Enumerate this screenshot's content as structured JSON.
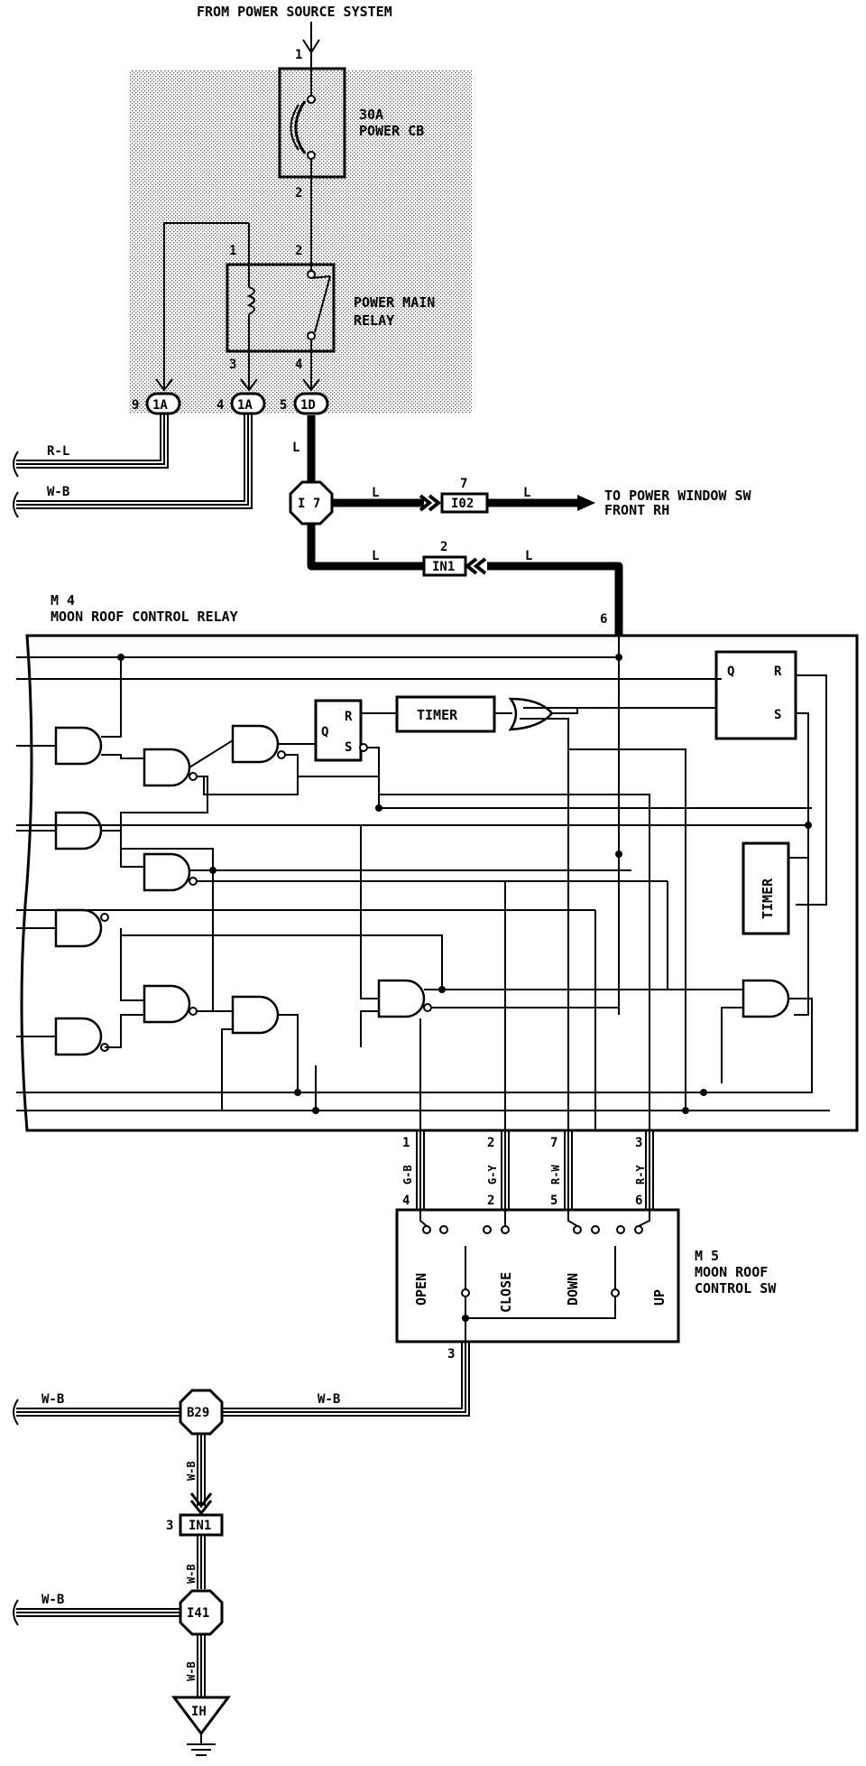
{
  "header": {
    "source": "FROM POWER SOURCE SYSTEM"
  },
  "circuit_breaker": {
    "rating": "30A",
    "name": "POWER CB",
    "pin_top": "1",
    "pin_bottom": "2"
  },
  "main_relay": {
    "name_line1": "POWER MAIN",
    "name_line2": "RELAY",
    "pin1": "1",
    "pin2": "2",
    "pin3": "3",
    "pin4": "4"
  },
  "connectors": {
    "c1a_left": {
      "label": "1A",
      "pin": "9"
    },
    "c1a_right": {
      "label": "1A",
      "pin": "4"
    },
    "c1d": {
      "label": "1D",
      "pin": "5"
    }
  },
  "wire_colors": {
    "r_l": "R-L",
    "w_b": "W-B",
    "l": "L"
  },
  "junction_i7": {
    "label": "I 7"
  },
  "connector_i02": {
    "label": "I02",
    "pin": "7"
  },
  "connector_in1_top": {
    "label": "IN1",
    "pin": "2"
  },
  "destination": {
    "line1": "TO POWER WINDOW SW",
    "line2": "FRONT RH"
  },
  "control_relay": {
    "code": "M 4",
    "name": "MOON ROOF CONTROL RELAY",
    "pin6": "6",
    "timer_label": "TIMER",
    "timer2_label": "TIMER",
    "ff_left": {
      "q": "Q",
      "r": "R",
      "s": "S"
    },
    "ff_right": {
      "q": "Q",
      "r": "R",
      "s": "S"
    }
  },
  "relay_outputs": [
    {
      "top_pin": "1",
      "color": "G-B",
      "bottom_pin": "4"
    },
    {
      "top_pin": "2",
      "color": "G-Y",
      "bottom_pin": "2"
    },
    {
      "top_pin": "7",
      "color": "R-W",
      "bottom_pin": "5"
    },
    {
      "top_pin": "3",
      "color": "R-Y",
      "bottom_pin": "6"
    }
  ],
  "control_switch": {
    "code": "M 5",
    "name_line1": "MOON ROOF",
    "name_line2": "CONTROL SW",
    "positions": [
      "OPEN",
      "CLOSE",
      "DOWN",
      "UP"
    ],
    "ground_pin": "3"
  },
  "ground": {
    "b29": "B29",
    "in1": {
      "label": "IN1",
      "pin": "3"
    },
    "i41": "I41",
    "ih": "IH"
  }
}
